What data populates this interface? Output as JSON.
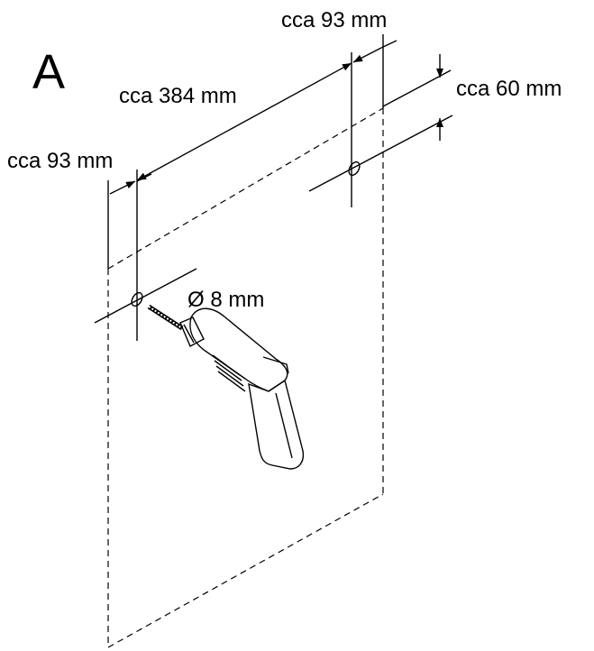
{
  "figure": {
    "panel_letter": "A",
    "dim_top_offset": "cca 93 mm",
    "dim_hole_spacing": "cca 384 mm",
    "dim_left_offset": "cca 93 mm",
    "dim_vertical_offset": "cca 60 mm",
    "drill_diameter": "Ø 8 mm"
  }
}
